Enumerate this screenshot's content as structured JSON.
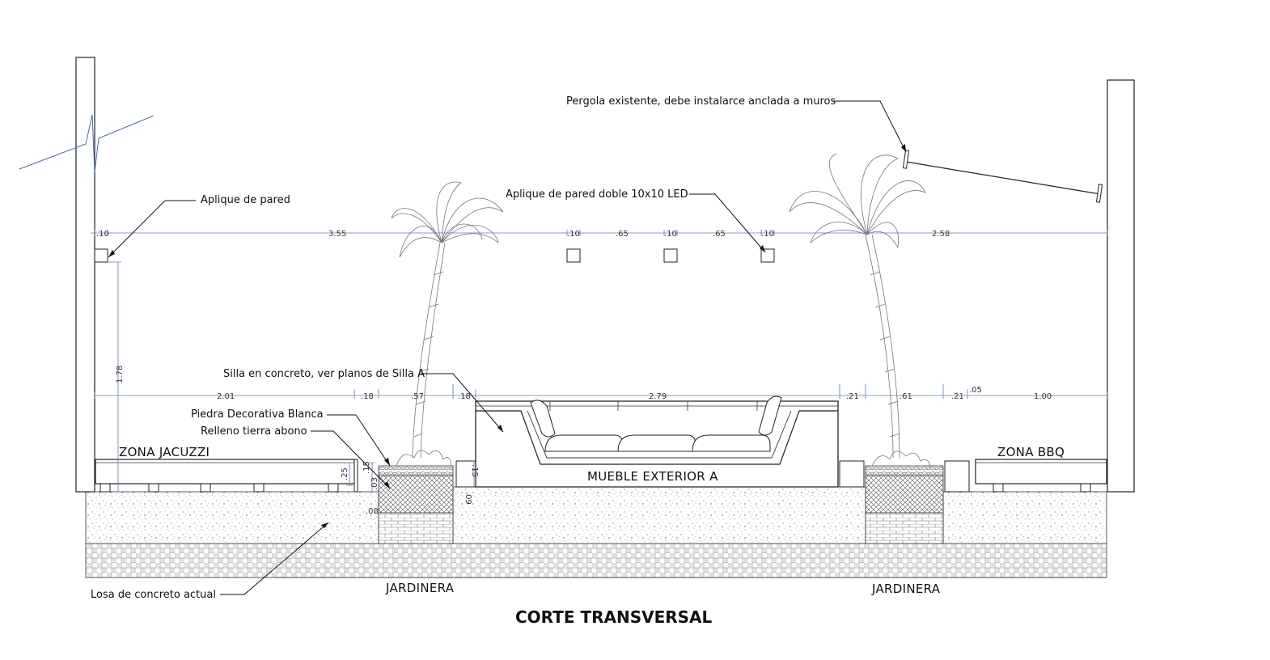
{
  "drawing": {
    "title": "CORTE TRANSVERSAL",
    "notes": {
      "pergola": "Pergola existente, debe instalarce anclada a muros",
      "aplique_pared": "Aplique de pared",
      "aplique_doble": "Aplique de pared doble 10x10 LED",
      "silla": "Silla en concreto, ver planos de Silla A",
      "piedra": "Piedra Decorativa Blanca",
      "relleno": "Relleno tierra abono",
      "losa": "Losa de concreto actual"
    },
    "zones": {
      "jacuzzi": "ZONA JACUZZI",
      "bbq": "ZONA BBQ",
      "mueble": "MUEBLE EXTERIOR A",
      "jardinera_left": "JARDINERA",
      "jardinera_right": "JARDINERA"
    },
    "dims_top": {
      "d1": ".10",
      "d2": "3.55",
      "d3": ".10",
      "d4": ".65",
      "d5": ".10",
      "d6": ".65",
      "d7": ".10",
      "d8": "2.58"
    },
    "dims_mid": {
      "d1": "2.01",
      "d2": ".18",
      "d3": ".57",
      "d4": ".18",
      "d5": "2.79",
      "d6": ".21",
      "d7": ".61",
      "d8": ".21",
      "d9": ".05",
      "d10": "1.00"
    },
    "dims_vert": {
      "h1": "1.78",
      "h2": ".25",
      "h3": ".15",
      "h4": ".03",
      "h5": ".08",
      "h6": ".09",
      "h7": ".15"
    },
    "colors": {
      "dimension_line": "#5b7bb5",
      "line": "#222222",
      "palm": "#777777"
    }
  }
}
